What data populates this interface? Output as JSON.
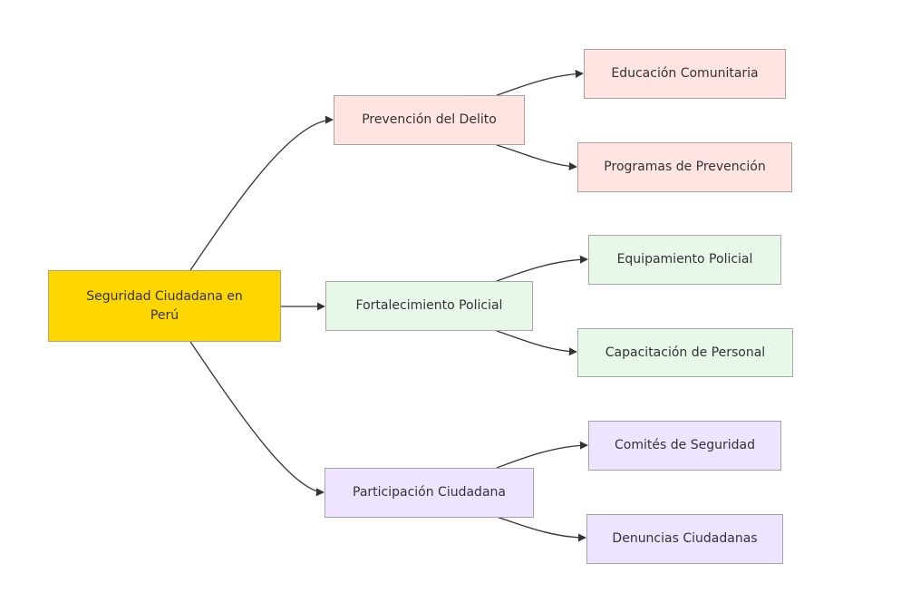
{
  "diagram": {
    "root": {
      "label": "Seguridad Ciudadana en Perú",
      "color": "#FFD700"
    },
    "branches": [
      {
        "label": "Prevención del Delito",
        "color": "#FFE4E1",
        "children": [
          "Educación Comunitaria",
          "Programas de Prevención"
        ]
      },
      {
        "label": "Fortalecimiento Policial",
        "color": "#E8F8E8",
        "children": [
          "Equipamiento Policial",
          "Capacitación de Personal"
        ]
      },
      {
        "label": "Participación Ciudadana",
        "color": "#EFE4FF",
        "children": [
          "Comités de Seguridad",
          "Denuncias Ciudadanas"
        ]
      }
    ],
    "edge_color": "#333333"
  }
}
